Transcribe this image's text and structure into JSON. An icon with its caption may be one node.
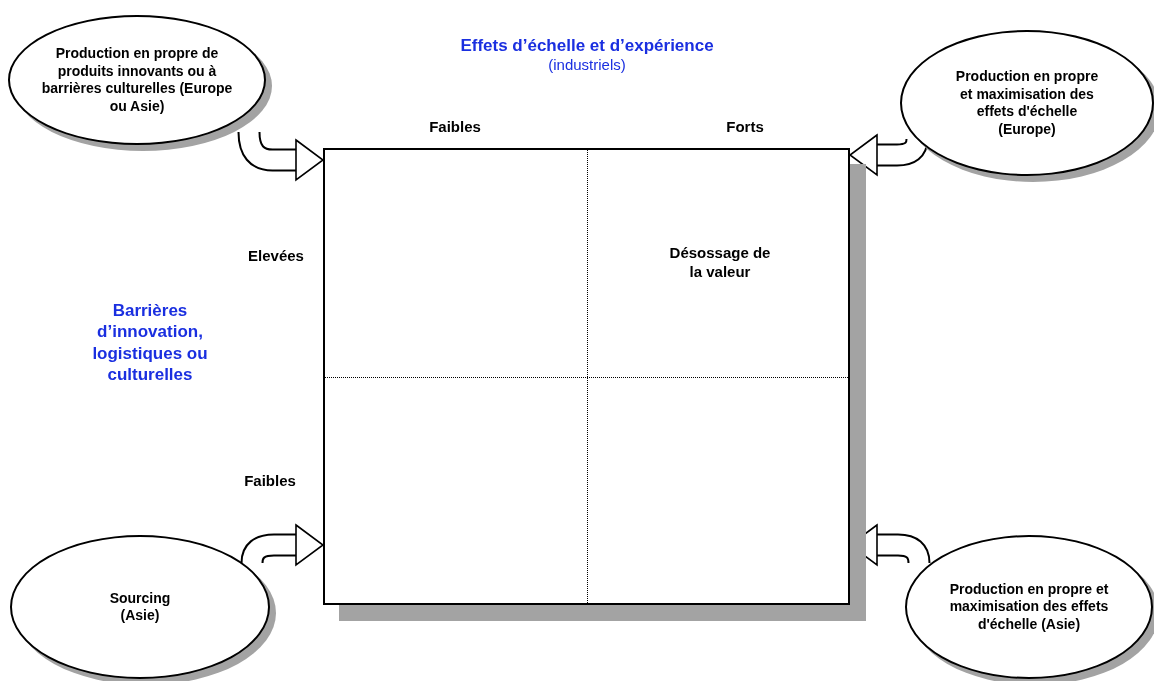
{
  "diagram": {
    "title": "Effets d’échelle et d’expérience",
    "nodes": [
      {
        "text": [
          "Désossage de la valeur"
        ]
      },
      {
        "text": [
          "Production en propre de produits innovants ou à barrières culturelles (Europe ou Asie)"
        ]
      },
      {
        "text": [
          "Production en propre et maximisation des effets d'échelle (Europe)"
        ]
      },
      {
        "text": [
          "Sourcing (Asie)"
        ]
      },
      {
        "text": [
          "Production en propre et maximisation des effets d'échelle (Asie)"
        ]
      }
    ],
    "edges": [
      {
        "from": 1,
        "to": 0,
        "arrow": "to"
      },
      {
        "from": 2,
        "to": 0,
        "arrow": "to"
      },
      {
        "from": 3,
        "to": 0,
        "arrow": "to"
      },
      {
        "from": 4,
        "to": 0,
        "arrow": "to"
      }
    ],
    "labels": [
      "(industriels)",
      "Faibles",
      "Forts",
      "Elevées",
      "Barrières d’innovation, logistiques ou culturelles",
      "Faibles"
    ]
  }
}
